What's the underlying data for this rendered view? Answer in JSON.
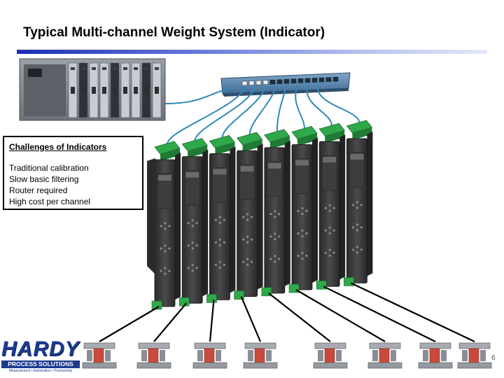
{
  "slide": {
    "title": "Typical Multi-channel Weight System (Indicator)",
    "slide_number": "6"
  },
  "challenges": {
    "heading": "Challenges of Indicators",
    "items": [
      "Traditional calibration",
      "Slow basic filtering",
      "Router required",
      "High cost per channel"
    ]
  },
  "logo": {
    "word": "HARDY",
    "subtitle": "PROCESS SOLUTIONS",
    "tagline": "Measurement • Automation • Productivity"
  },
  "diagram": {
    "indicator_count": 8,
    "load_cell_count": 8,
    "colors": {
      "ethernet_cable": "#2f89b8",
      "sensor_cable": "#000000",
      "title_rule": "#1a2fb0",
      "connector_green": "#2fa84a",
      "module_body": "#3a3a3a"
    }
  }
}
